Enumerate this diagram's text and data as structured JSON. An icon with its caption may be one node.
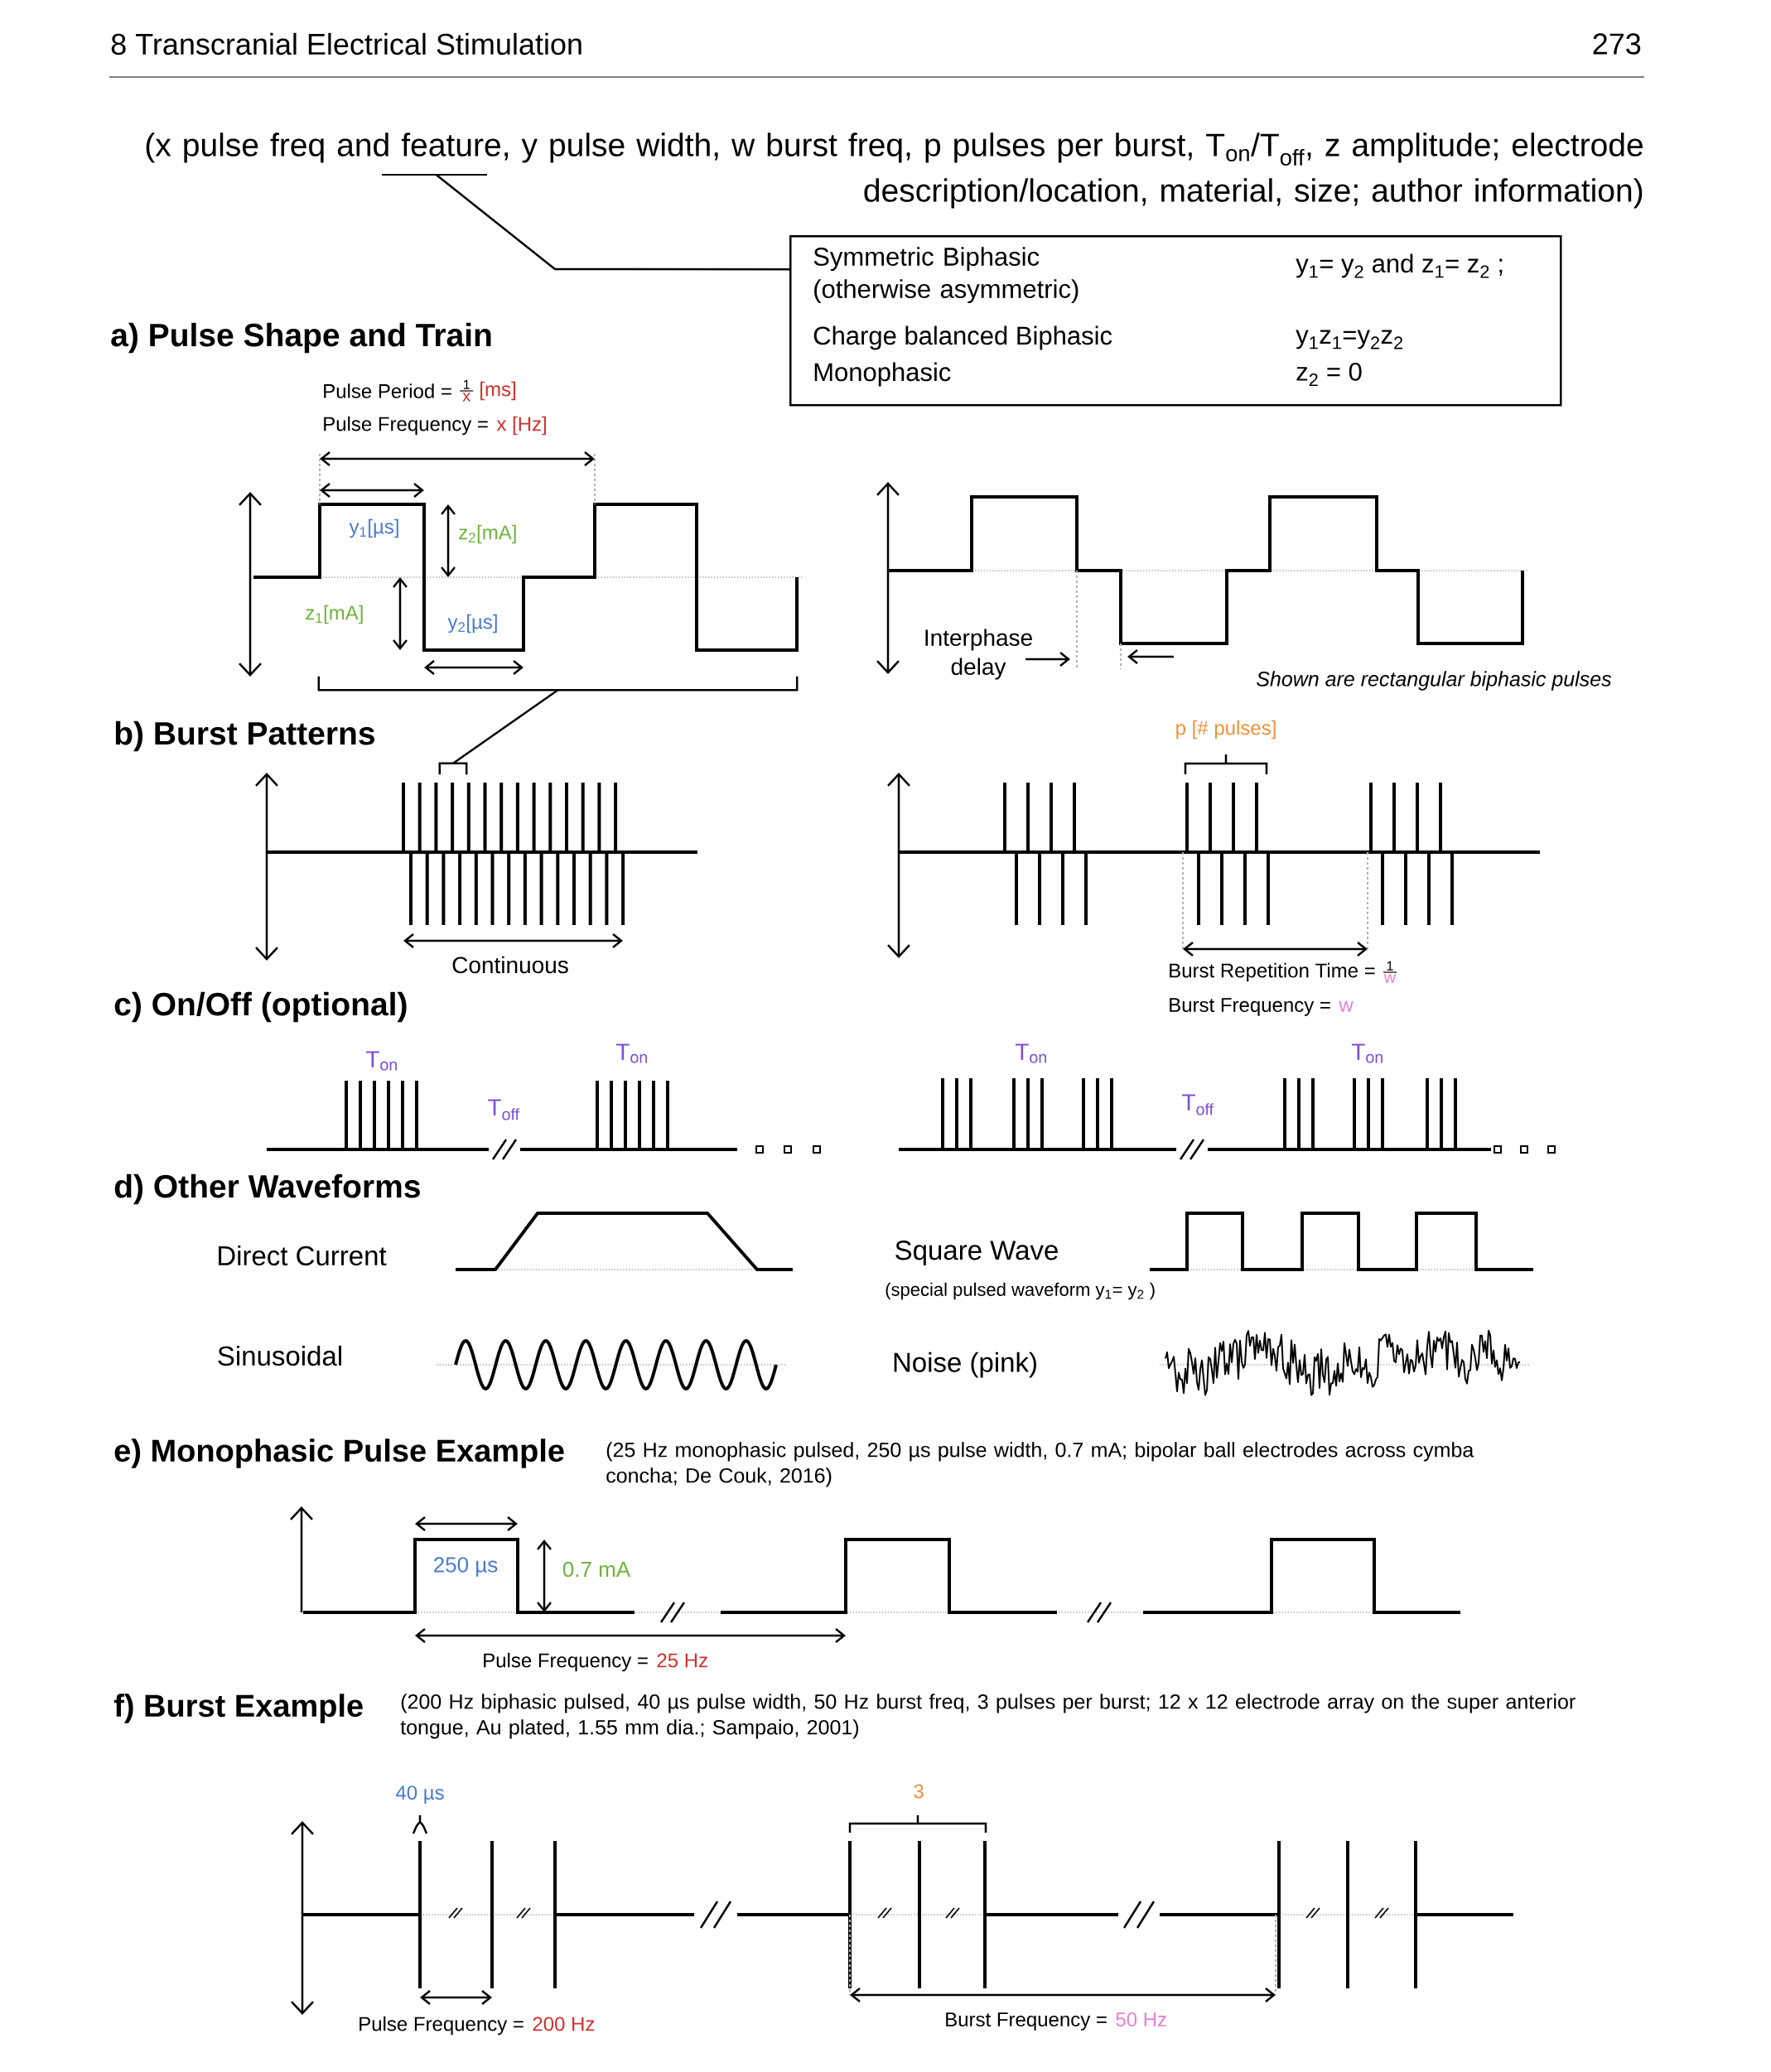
{
  "diagram": {
    "nodes": [
      {
        "text": [
          "(x pulse freq and feature, y pulse width, w burst freq, p pulses per burst, T$_{on}$/T$_{off}$, z amplitude; electrode description/location, material, size; author information)"
        ]
      },
      {
        "text": [
          "Symmetric Biphasic (otherwise asymmetric)",
          "y$_{1}$= y$_{2}$ and z$_{1}$= z$_{2}$ ;",
          "Charge balanced Biphasic",
          "y$_{1}$z$_{1}$=y$_{2}$z$_{2}$",
          "Monophasic",
          "z$_{2}$ = 0"
        ]
      },
      {
        "text": [],
        "shape": "bracket"
      },
      {
        "text": [],
        "shape": "bracket"
      }
    ],
    "edges": [
      {
        "from": 0,
        "to": 1,
        "arrow": "none"
      },
      {
        "from": 2,
        "to": 3,
        "arrow": "none"
      }
    ],
    "labels": [
      "8 Transcranial Electrical Stimulation",
      "273",
      "a) Pulse Shape and Train",
      "Pulse Period =",
      "1",
      "x",
      "[ms]",
      "Pulse Frequency =",
      "x [Hz]",
      "y$_{1}$[µs]",
      "z$_{2}$[mA]",
      "z$_{1}$[mA]",
      "y$_{2}$[µs]",
      "Interphase delay",
      "Shown are rectangular biphasic pulses",
      "b) Burst Patterns",
      "p [# pulses]",
      "Continuous",
      "Burst Repetition Time =",
      "1",
      "w",
      "Burst Frequency =",
      "w",
      "c) On/Off (optional)",
      "T$_{on}$",
      "T$_{off}$",
      "T$_{on}$",
      "T$_{on}$",
      "T$_{off}$",
      "T$_{on}$",
      "d) Other Waveforms",
      "Direct Current",
      "Square Wave",
      "(special pulsed waveform y$_{1}$= y$_{2}$ )",
      "Sinusoidal",
      "Noise (pink)",
      "e) Monophasic Pulse Example",
      "(25 Hz monophasic pulsed, 250 µs pulse width, 0.7 mA; bipolar ball electrodes across cymba concha; De Couk, 2016)",
      "250 µs",
      "0.7 mA",
      "Pulse Frequency =",
      "25 Hz",
      "f) Burst Example",
      "(200 Hz biphasic pulsed, 40 µs pulse width, 50 Hz burst freq, 3 pulses per burst; 12 x 12 electrode array on the super anterior tongue, Au plated, 1.55 mm dia.; Sampaio, 2001)",
      "40 µs",
      "3",
      "Pulse Frequency =",
      "200 Hz",
      "Burst Frequency =",
      "50 Hz"
    ]
  }
}
